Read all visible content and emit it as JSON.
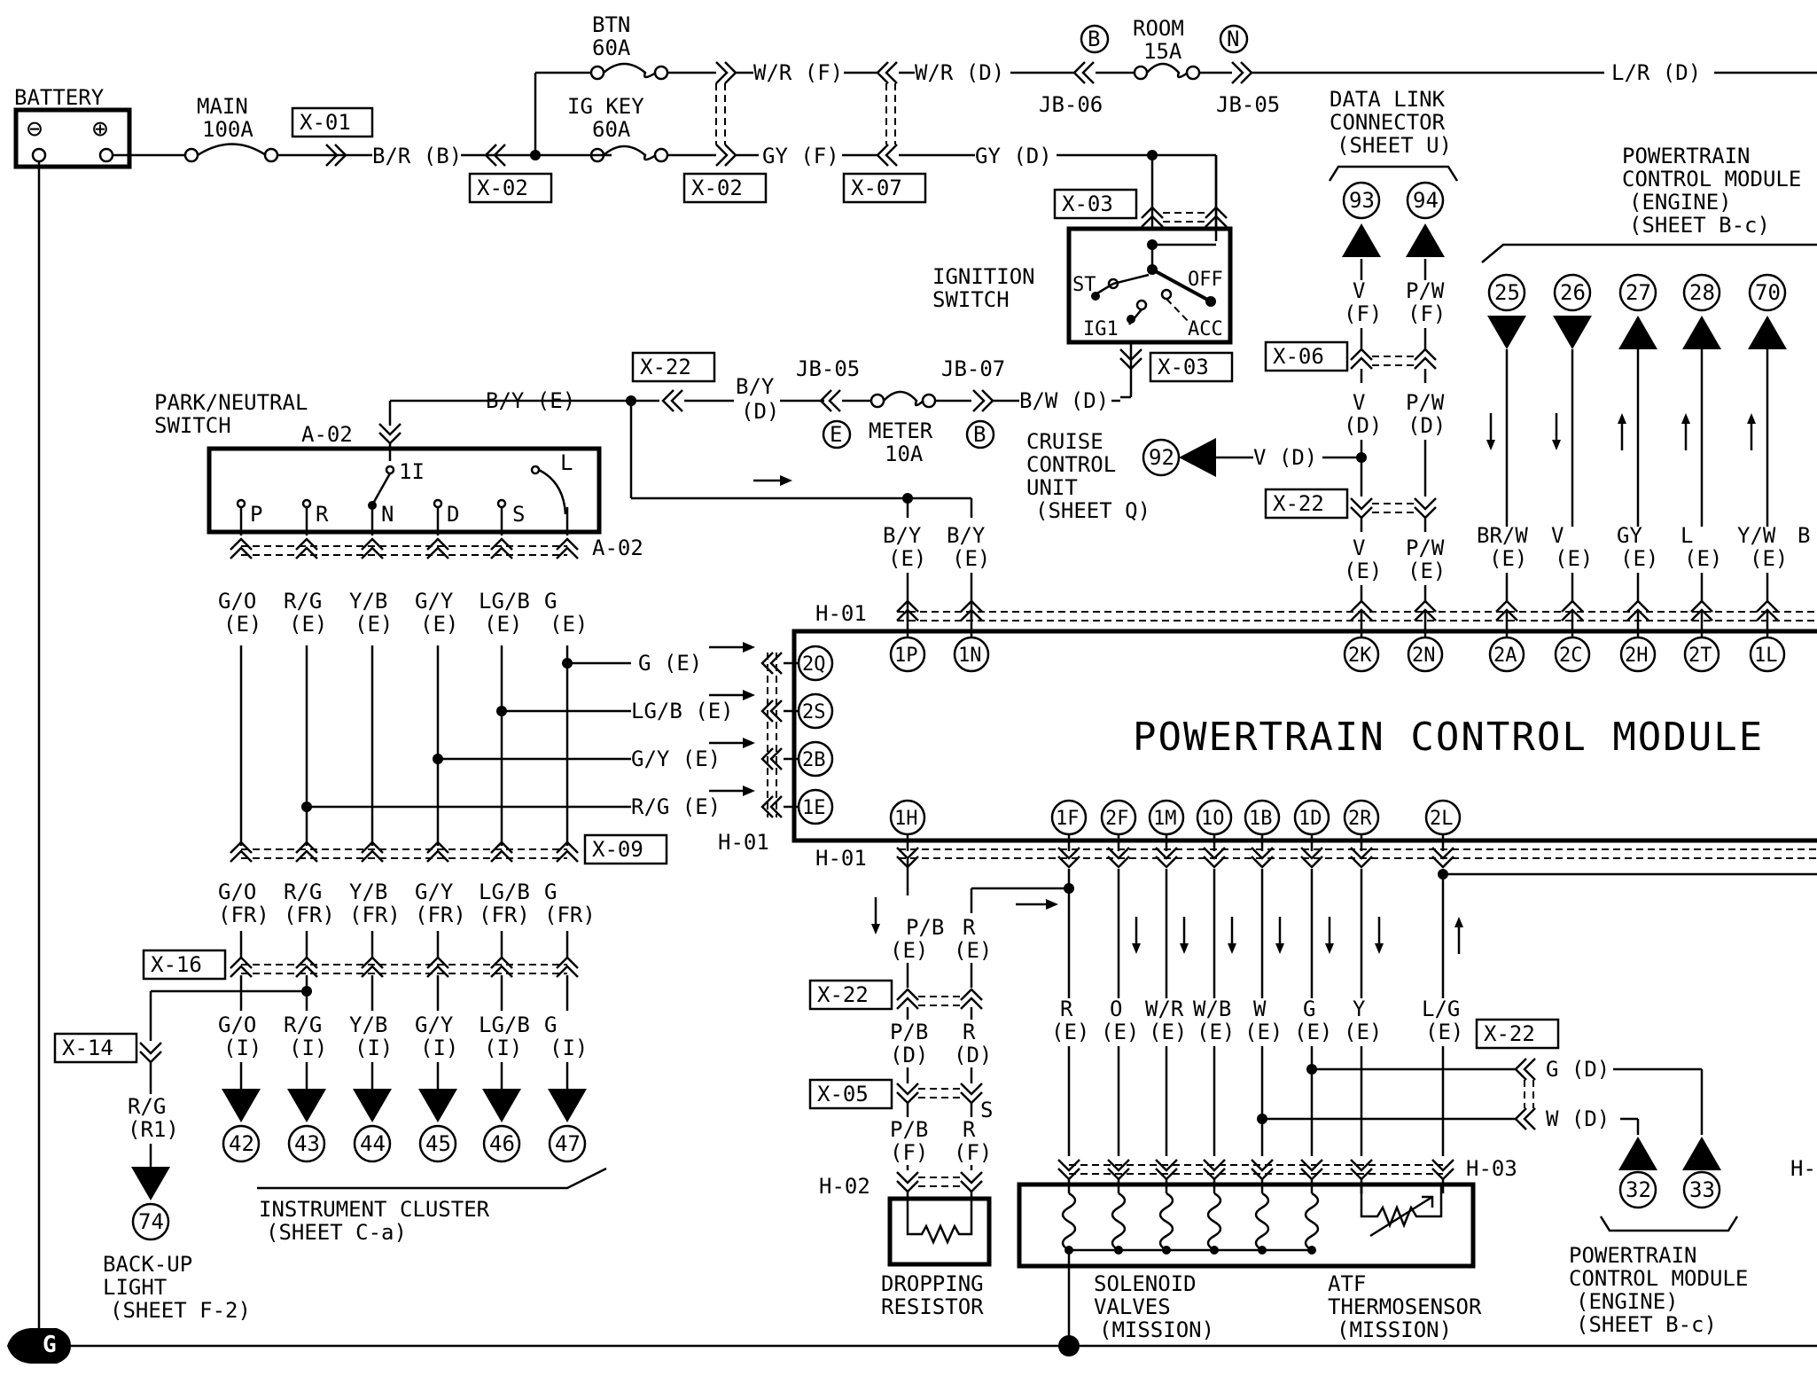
{
  "battery": {
    "title": "BATTERY",
    "neg": "⊖",
    "pos": "⊕"
  },
  "fuses": {
    "main": [
      "MAIN",
      "100A"
    ],
    "btn": [
      "BTN",
      "60A"
    ],
    "igkey": [
      "IG KEY",
      "60A"
    ],
    "room": [
      "ROOM",
      "15A"
    ],
    "meter": [
      "METER",
      "10A"
    ]
  },
  "connector_labels": {
    "x01": "X-01",
    "x02a": "X-02",
    "x02b": "X-02",
    "x07": "X-07",
    "x03a": "X-03",
    "x03b": "X-03",
    "x06": "X-06",
    "x22a": "X-22",
    "x22b": "X-22",
    "x22c": "X-22",
    "x22d": "X-22",
    "x09": "X-09",
    "x16": "X-16",
    "x14": "X-14",
    "x05": "X-05"
  },
  "wire_texts": {
    "br_b": "B/R (B)",
    "wr_f": "W/R (F)",
    "wr_d": "W/R (D)",
    "gy_f": "GY (F)",
    "gy_d": "GY (D)",
    "lr_d": "L/R (D)",
    "by_e": "B/Y (E)",
    "by": "B/Y",
    "d": "(D)",
    "bw_d": "B/W (D)",
    "v_d": "V (D)",
    "g_e": "G (E)",
    "lgb_e": "LG/B (E)",
    "gy_e": "G/Y (E)",
    "rg_e": "R/G (E)",
    "g_d": "G (D)",
    "w_d": "W (D)"
  },
  "jb": {
    "jb06": "JB-06",
    "jb05a": "JB-05",
    "jb05b": "JB-05",
    "jb07": "JB-07",
    "b1": "B",
    "n1": "N",
    "e1": "E",
    "b2": "B"
  },
  "components": {
    "ign": [
      "IGNITION",
      "SWITCH"
    ],
    "ign_pos": {
      "st": "ST",
      "off": "OFF",
      "ig1": "IG1",
      "acc": "ACC"
    },
    "pns": [
      "PARK/NEUTRAL",
      "SWITCH"
    ],
    "pns_pos": {
      "p": "P",
      "r": "R",
      "n": "N",
      "d": "D",
      "s": "S",
      "l": "L",
      "i1": "1I"
    },
    "a02a": "A-02",
    "a02b": "A-02",
    "dlc": [
      "DATA LINK",
      "CONNECTOR",
      "(SHEET U)"
    ],
    "pcm_top": [
      "POWERTRAIN",
      "CONTROL MODULE",
      "(ENGINE)",
      "(SHEET B-c)"
    ],
    "ccu": [
      "CRUISE",
      "CONTROL",
      "UNIT",
      "(SHEET Q)"
    ],
    "pcm_main": "POWERTRAIN CONTROL MODULE",
    "cluster": [
      "INSTRUMENT CLUSTER",
      "(SHEET C-a)"
    ],
    "backup": [
      "BACK-UP",
      "LIGHT",
      "(SHEET F-2)"
    ],
    "dropping": [
      "DROPPING",
      "RESISTOR"
    ],
    "solenoid": [
      "SOLENOID",
      "VALVES",
      "(MISSION)"
    ],
    "atf": [
      "ATF",
      "THERMOSENSOR",
      "(MISSION)"
    ],
    "pcm_bottom": [
      "POWERTRAIN",
      "CONTROL MODULE",
      "(ENGINE)",
      "(SHEET B-c)"
    ],
    "ground": "G"
  },
  "harness": {
    "h01a": "H-01",
    "h01b": "H-01",
    "h01c": "H-01",
    "h02": "H-02",
    "h03": "H-03",
    "hcut": "H-",
    "s": "S"
  },
  "terminals_top": [
    "1P",
    "1N",
    "2K",
    "2N",
    "2A",
    "2C",
    "2H",
    "2T",
    "1L"
  ],
  "terminals_left": [
    "2Q",
    "2S",
    "2B",
    "1E"
  ],
  "terminals_bottom": [
    "1H",
    "1F",
    "2F",
    "1M",
    "1O",
    "1B",
    "1D",
    "2R",
    "2L"
  ],
  "refs": {
    "r93": "93",
    "r94": "94",
    "r25": "25",
    "r26": "26",
    "r27": "27",
    "r28": "28",
    "r70": "70",
    "r92": "92",
    "r42": "42",
    "r43": "43",
    "r44": "44",
    "r45": "45",
    "r46": "46",
    "r47": "47",
    "r74": "74",
    "r32": "32",
    "r33": "33"
  },
  "pcm_wires": [
    {
      "c": "BR/W",
      "z": "(E)"
    },
    {
      "c": "V",
      "z": "(E)"
    },
    {
      "c": "GY",
      "z": "(E)"
    },
    {
      "c": "L",
      "z": "(E)"
    },
    {
      "c": "Y/W",
      "z": "(E)"
    }
  ],
  "pcm_wire_cut": "B",
  "dlc_wires": {
    "v": [
      "V",
      "(F)",
      "V",
      "(D)",
      "V",
      "(E)"
    ],
    "pw": [
      "P/W",
      "(F)",
      "P/W",
      "(D)",
      "P/W",
      "(E)"
    ]
  },
  "by_drops": [
    [
      "B/Y",
      "(E)"
    ],
    [
      "B/Y",
      "(E)"
    ]
  ],
  "pns_wires": [
    {
      "c": "G/O",
      "e": "(E)",
      "fr": "(FR)",
      "i": "(I)",
      "ref": "42"
    },
    {
      "c": "R/G",
      "e": "(E)",
      "fr": "(FR)",
      "i": "(I)",
      "ref": "43"
    },
    {
      "c": "Y/B",
      "e": "(E)",
      "fr": "(FR)",
      "i": "(I)",
      "ref": "44"
    },
    {
      "c": "G/Y",
      "e": "(E)",
      "fr": "(FR)",
      "i": "(I)",
      "ref": "45"
    },
    {
      "c": "LG/B",
      "e": "(E)",
      "fr": "(FR)",
      "i": "(I)",
      "ref": "46"
    },
    {
      "c": "G",
      "e": "(E)",
      "fr": "(FR)",
      "i": "(I)",
      "ref": "47"
    }
  ],
  "backup_wire": [
    "R/G",
    "(R1)"
  ],
  "dropping_wires": {
    "pb": [
      "P/B",
      "(E)",
      "P/B",
      "(D)",
      "P/B",
      "(F)"
    ],
    "r": [
      "R",
      "(E)",
      "R",
      "(D)",
      "R",
      "(F)"
    ]
  },
  "sol_wires": [
    {
      "c": "R",
      "z": "(E)"
    },
    {
      "c": "O",
      "z": "(E)"
    },
    {
      "c": "W/R",
      "z": "(E)"
    },
    {
      "c": "W/B",
      "z": "(E)"
    },
    {
      "c": "W",
      "z": "(E)"
    },
    {
      "c": "G",
      "z": "(E)"
    },
    {
      "c": "Y",
      "z": "(E)"
    },
    {
      "c": "L/G",
      "z": "(E)"
    }
  ]
}
